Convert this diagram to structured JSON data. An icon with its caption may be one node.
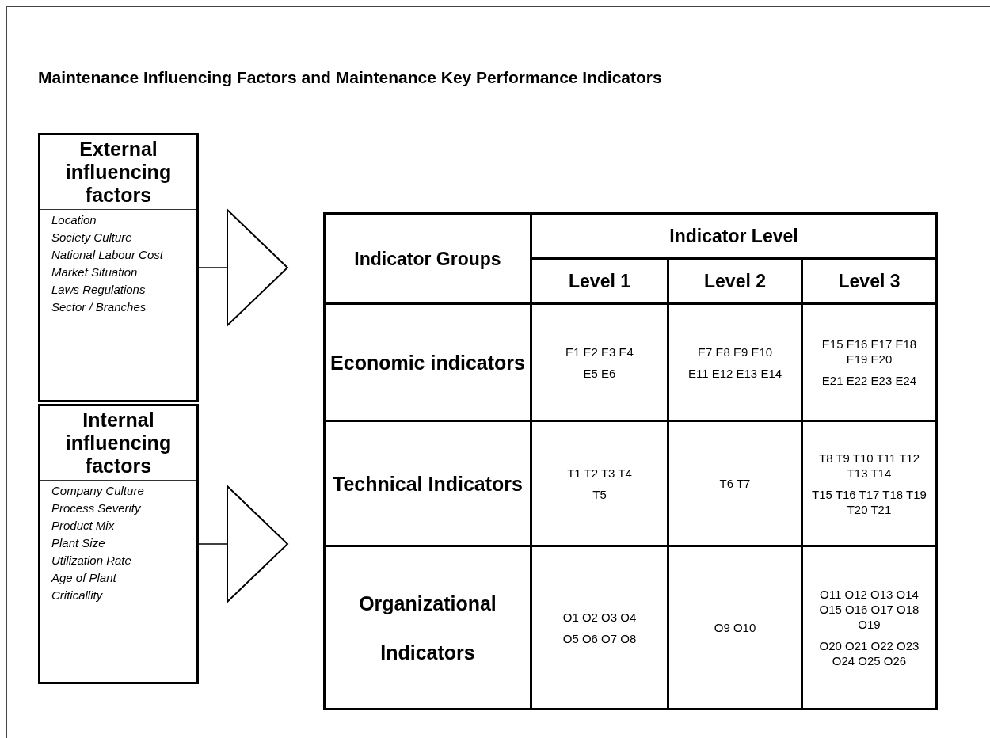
{
  "diagram": {
    "title": "Maintenance Influencing Factors and Maintenance Key Performance Indicators",
    "nodes": [
      {
        "text": [
          "External influencing factors",
          "Location",
          "Society Culture",
          "National Labour Cost",
          "Market Situation",
          "Laws Regulations",
          "Sector / Branches"
        ]
      },
      {
        "text": [
          "Internal influencing factors",
          "Company Culture",
          "Process Severity",
          "Product Mix",
          "Plant Size",
          "Utilization Rate",
          "Age of Plant",
          "Criticallity"
        ]
      },
      {
        "text": [],
        "shape": "box"
      }
    ],
    "edges": [
      {
        "from": 0,
        "to": 2,
        "arrow": "to"
      },
      {
        "from": 1,
        "to": 2,
        "arrow": "to"
      }
    ],
    "labels": [
      "Indicator Groups",
      "Indicator Level",
      "Level 1",
      "Level 2",
      "Level 3",
      "Economic indicators",
      "E1 E2 E3 E4",
      "E5 E6",
      "E7 E8 E9 E10",
      "E11 E12 E13 E14",
      "E15 E16 E17 E18 E19 E20",
      "E21 E22 E23 E24",
      "Technical Indicators",
      "T1 T2 T3 T4",
      "T5",
      "T6 T7",
      "T8 T9 T10 T11 T12 T13 T14",
      "T15 T16 T17 T18 T19 T20 T21",
      "Organizational Indicators",
      "O1 O2 O3 O4",
      "O5 O6 O7 O8",
      "O9 O10",
      "O11 O12 O13 O14 O15 O16 O17 O18 O19",
      "O20 O21 O22 O23 O24 O25 O26"
    ]
  }
}
